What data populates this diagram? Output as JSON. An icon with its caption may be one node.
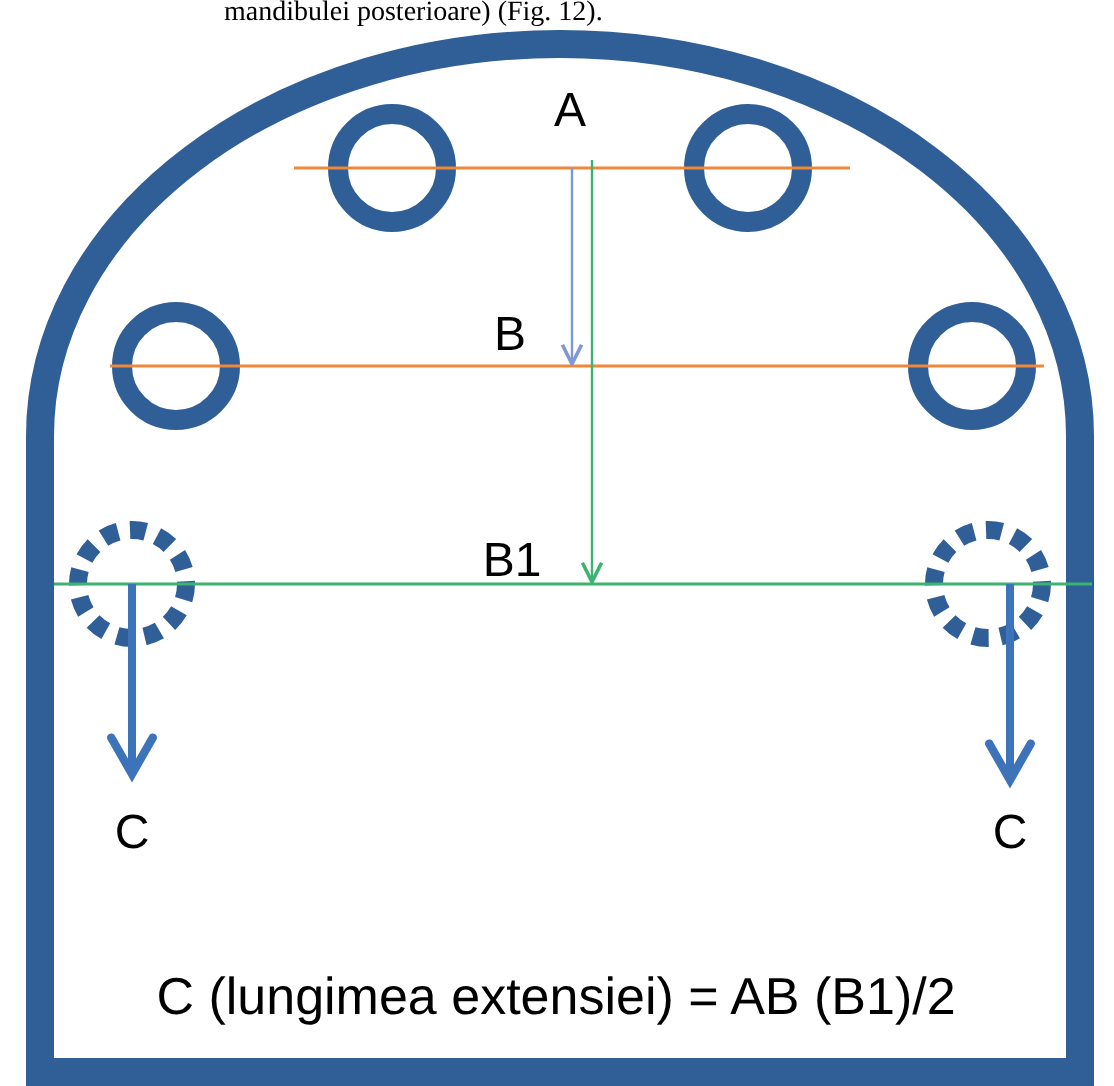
{
  "diagram": {
    "labels": [
      "mandibulei posterioare) (Fig. 12).",
      "A",
      "B",
      "B1",
      "C",
      "C",
      "C (lungimea extensiei) = AB (B1)/2"
    ]
  }
}
